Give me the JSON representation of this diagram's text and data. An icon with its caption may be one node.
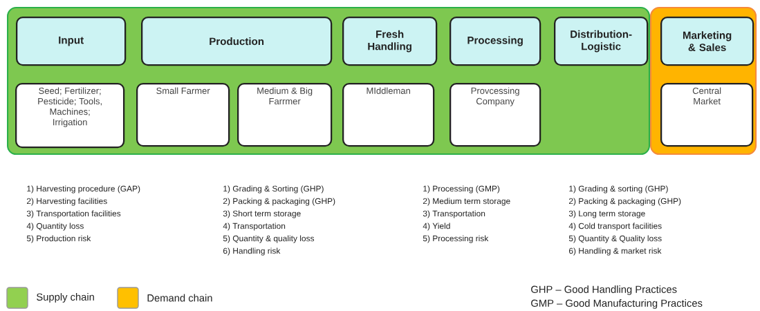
{
  "diagram": {
    "nodes": [
      {
        "text": [],
        "shape": "box"
      },
      {
        "text": [
          "Input"
        ],
        "in": 0
      },
      {
        "text": [
          "Production"
        ],
        "in": 0
      },
      {
        "text": [
          "Fresh Handling"
        ],
        "in": 0
      },
      {
        "text": [
          "Processing"
        ],
        "in": 0
      },
      {
        "text": [
          "Distribution-Logistic"
        ],
        "in": 0
      },
      {
        "text": [
          "Seed; Fertilizer; Pesticide; Tools, Machines; Irrigation"
        ],
        "in": 0
      },
      {
        "text": [
          "Small Farmer"
        ],
        "in": 0
      },
      {
        "text": [
          "Medium & Big Farrmer"
        ],
        "in": 0
      },
      {
        "text": [
          "MIddleman"
        ],
        "in": 0
      },
      {
        "text": [
          "Provcessing Company"
        ],
        "in": 0
      },
      {
        "text": [],
        "shape": "box"
      },
      {
        "text": [
          "Marketing & Sales"
        ],
        "in": 11
      },
      {
        "text": [
          "Central Market"
        ],
        "in": 11
      }
    ],
    "labels": [
      "1) Harvesting procedure (GAP)",
      "2) Harvesting facilities",
      "3) Transportation facilities",
      "4) Quantity loss",
      "5) Production risk",
      "1) Grading & Sorting (GHP)",
      "2) Packing & packaging (GHP)",
      "3) Short term storage",
      "4) Transportation",
      "5) Quantity & quality loss",
      "6) Handling risk",
      "1) Processing (GMP)",
      "2) Medium term storage",
      "3) Transportation",
      "4) Yield",
      "5) Processing risk",
      "1) Grading & sorting (GHP)",
      "2) Packing & packaging (GHP)",
      "3) Long term storage",
      "4) Cold transport facilities",
      "5) Quantity & Quality loss",
      "6) Handling & market risk",
      "GHP – Good Handling Practices",
      "GMP – Good Manufacturing Practices"
    ],
    "legend": [
      {
        "text": "Supply chain",
        "color": "#92d050"
      },
      {
        "text": "Demand chain",
        "color": "#ffc000"
      }
    ]
  }
}
